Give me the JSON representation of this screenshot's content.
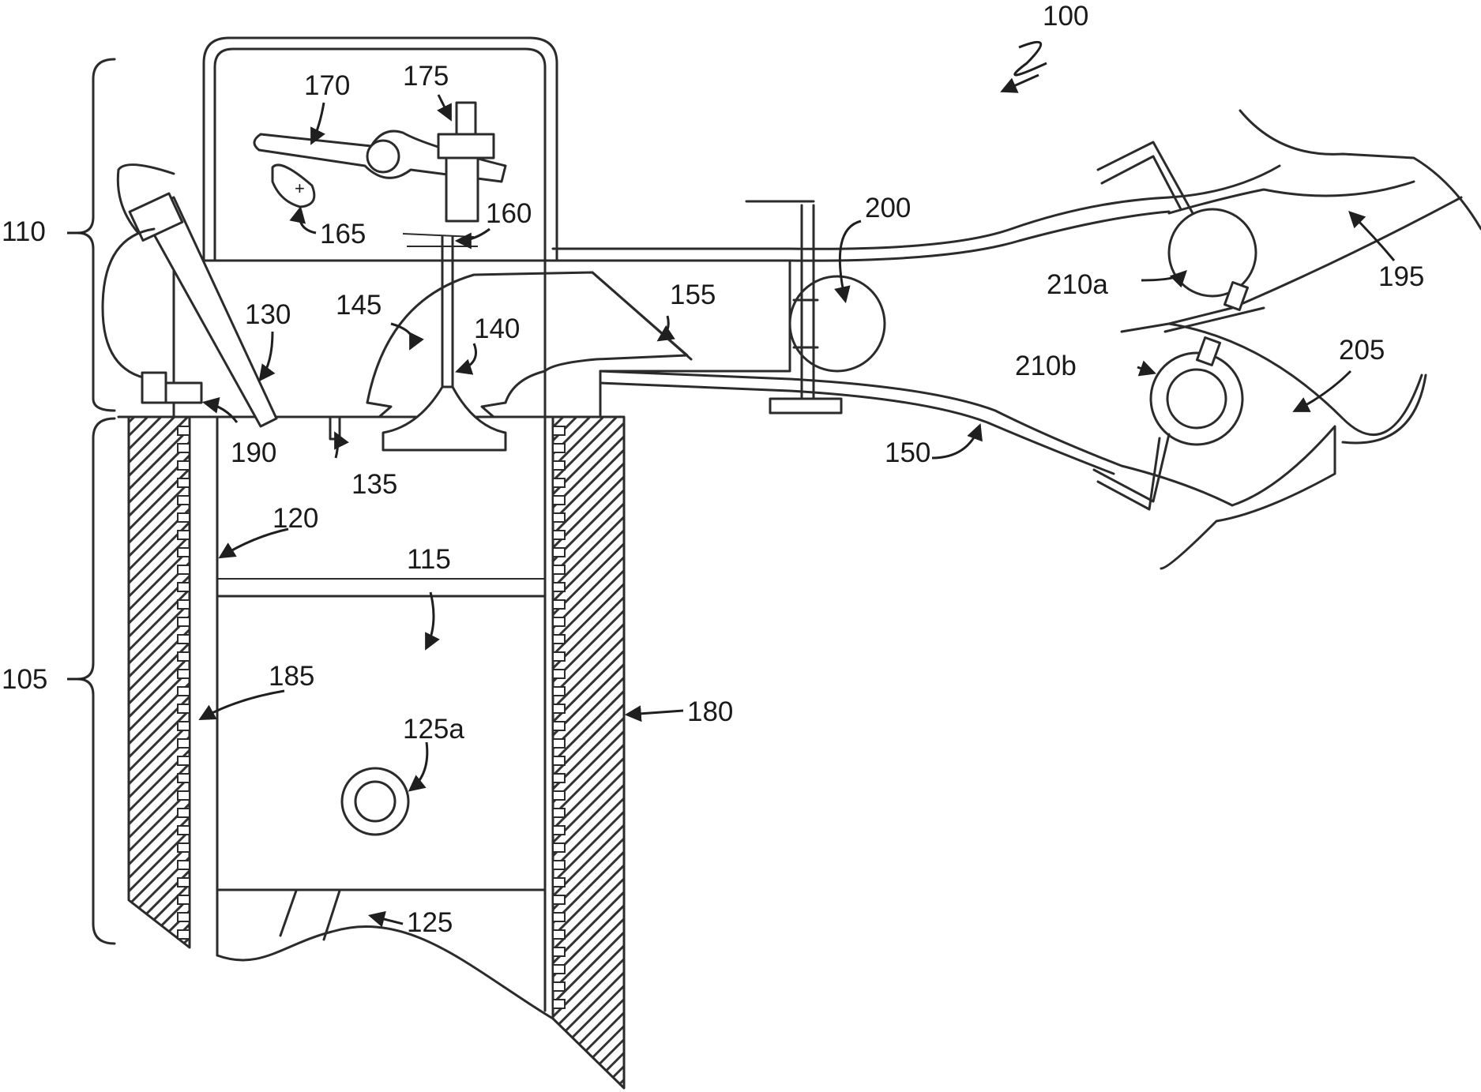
{
  "figure": {
    "ref": "100",
    "labels": {
      "l100": "100",
      "l105": "105",
      "l110": "110",
      "l115": "115",
      "l120": "120",
      "l125": "125",
      "l125a": "125a",
      "l130": "130",
      "l135": "135",
      "l140": "140",
      "l145": "145",
      "l150": "150",
      "l155": "155",
      "l160": "160",
      "l165": "165",
      "l170": "170",
      "l175": "175",
      "l180": "180",
      "l185": "185",
      "l190": "190",
      "l195": "195",
      "l200": "200",
      "l205": "205",
      "l210a": "210a",
      "l210b": "210b"
    }
  },
  "colors": {
    "line": "#2b2b2b",
    "hatch": "#333333",
    "background": "#ffffff"
  }
}
